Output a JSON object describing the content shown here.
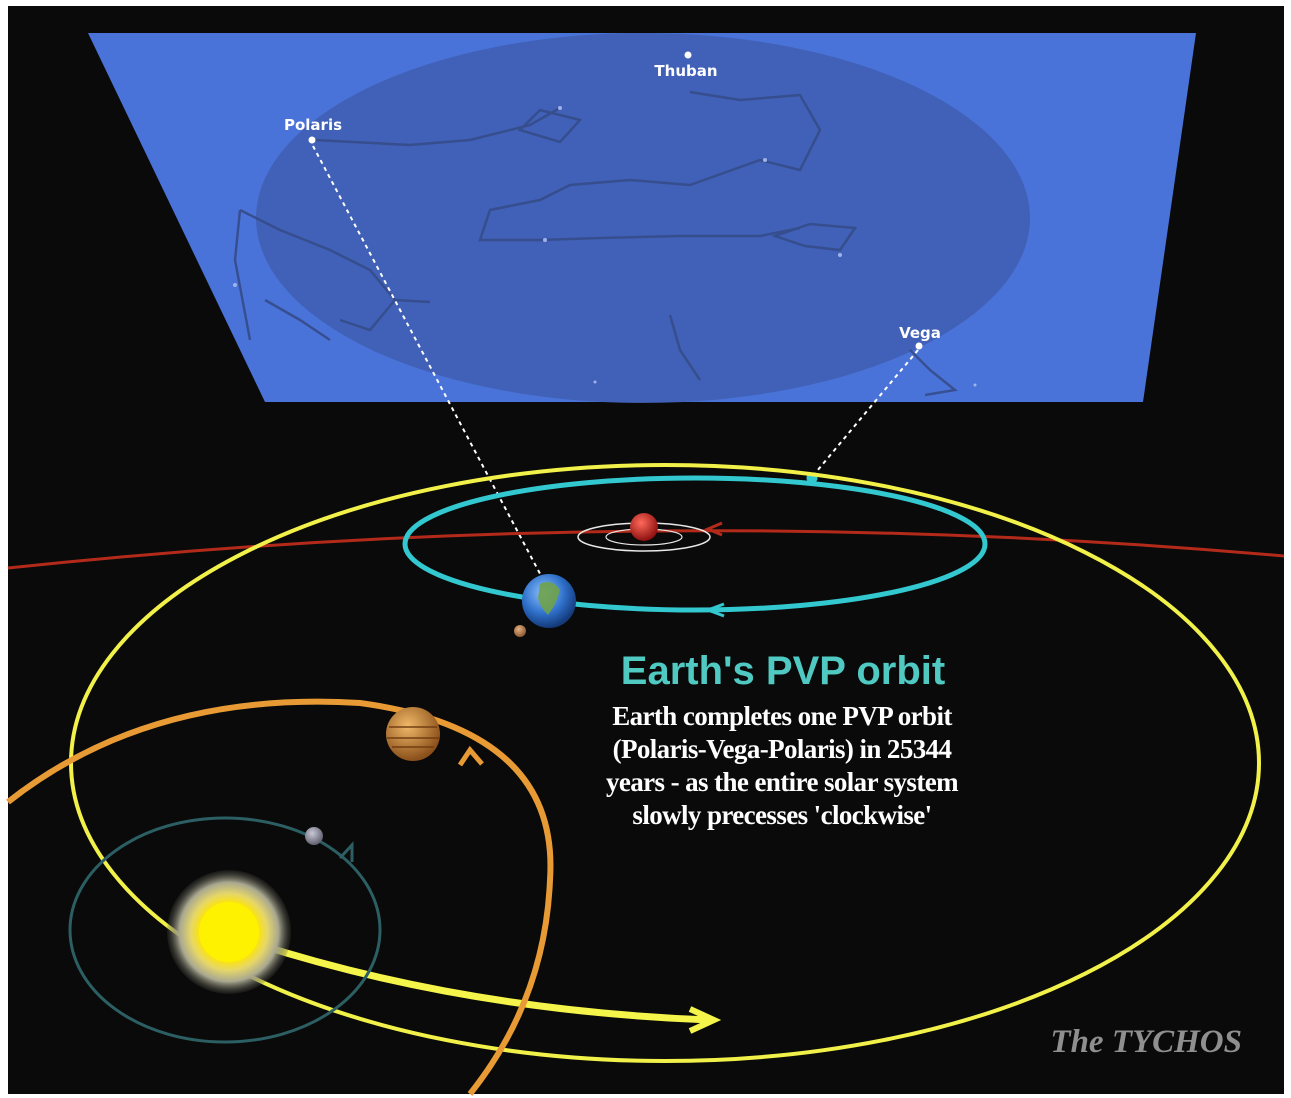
{
  "stars": {
    "thuban": "Thuban",
    "polaris": "Polaris",
    "vega": "Vega"
  },
  "title": "Earth's PVP orbit",
  "caption_lines": [
    "Earth completes one PVP orbit",
    "(Polaris-Vega-Polaris) in 25344",
    "years - as the entire solar system",
    "slowly precesses 'clockwise'"
  ],
  "watermark": "The TYCHOS",
  "colors": {
    "background": "#0a0a0a",
    "sky_panel": "#4a73d9",
    "sky_ellipse": "#3f5fb3",
    "title": "#4fc9c2",
    "pvp_orbit": "#33c8cf",
    "sun_orbit": "#f1f14a",
    "mars_orbit": "#b32a1a",
    "jupiter_orbit": "#e89a35",
    "mercury_orbit": "#2c5f63"
  }
}
